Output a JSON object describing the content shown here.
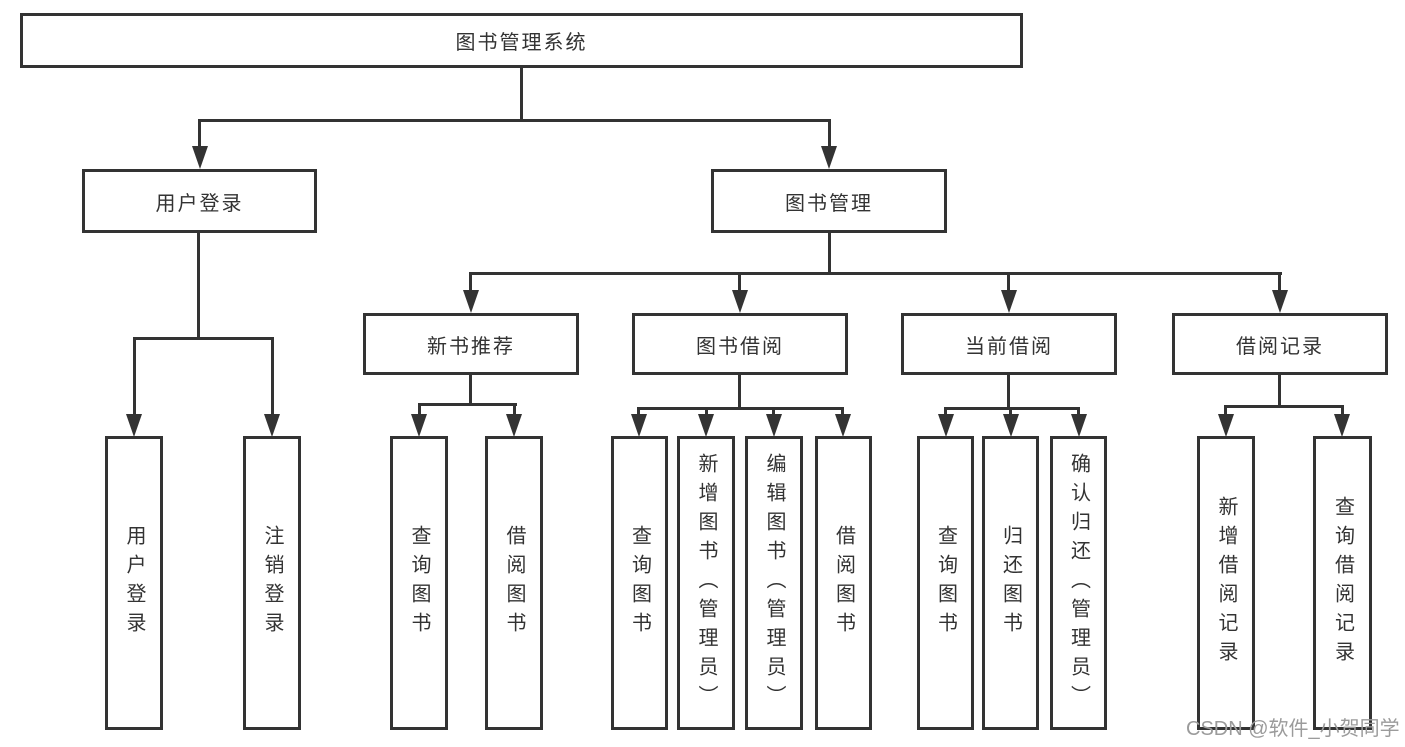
{
  "colors": {
    "line": "#333333",
    "text": "#333333",
    "background": "#ffffff",
    "watermark_gray": "#9b9b9b"
  },
  "diagram": {
    "root": {
      "label": "图书管理系统"
    },
    "level2": {
      "user_login": {
        "label": "用户登录"
      },
      "book_mgmt": {
        "label": "图书管理"
      }
    },
    "level3": {
      "new_books": {
        "label": "新书推荐"
      },
      "book_borrow": {
        "label": "图书借阅"
      },
      "current_borrow": {
        "label": "当前借阅"
      },
      "borrow_records": {
        "label": "借阅记录"
      }
    },
    "leaves": {
      "user_login": [
        "用户登录",
        "注销登录"
      ],
      "new_books": [
        "查询图书",
        "借阅图书"
      ],
      "book_borrow": [
        "查询图书",
        "新增图书（管理员）",
        "编辑图书（管理员）",
        "借阅图书"
      ],
      "current_borrow": [
        "查询图书",
        "归还图书",
        "确认归还（管理员）"
      ],
      "borrow_records": [
        "新增借阅记录",
        "查询借阅记录"
      ]
    }
  },
  "watermark": {
    "text": "CSDN @软件_小贺同学"
  }
}
